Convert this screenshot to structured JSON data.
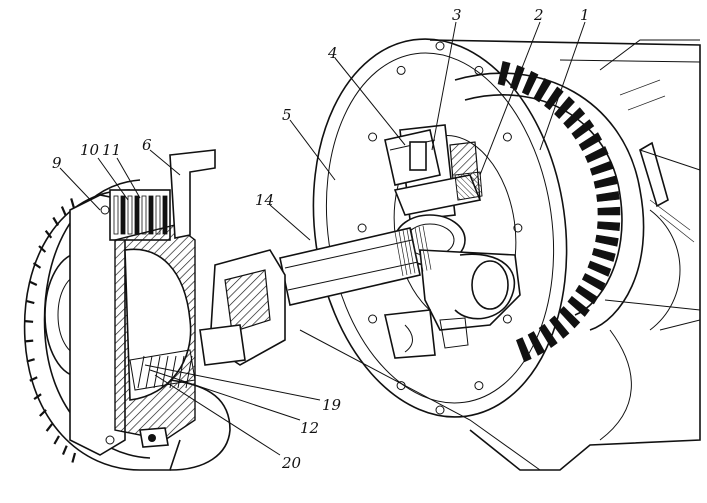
{
  "figure": {
    "callouts": [
      {
        "id": "c1",
        "text": "1"
      },
      {
        "id": "c2",
        "text": "2"
      },
      {
        "id": "c3",
        "text": "3"
      },
      {
        "id": "c4",
        "text": "4"
      },
      {
        "id": "c5",
        "text": "5"
      },
      {
        "id": "c6",
        "text": "6"
      },
      {
        "id": "c9",
        "text": "9"
      },
      {
        "id": "c10",
        "text": "10"
      },
      {
        "id": "c11",
        "text": "11"
      },
      {
        "id": "c12",
        "text": "12"
      },
      {
        "id": "c14",
        "text": "14"
      },
      {
        "id": "c19",
        "text": "19"
      },
      {
        "id": "c20",
        "text": "20"
      }
    ]
  }
}
